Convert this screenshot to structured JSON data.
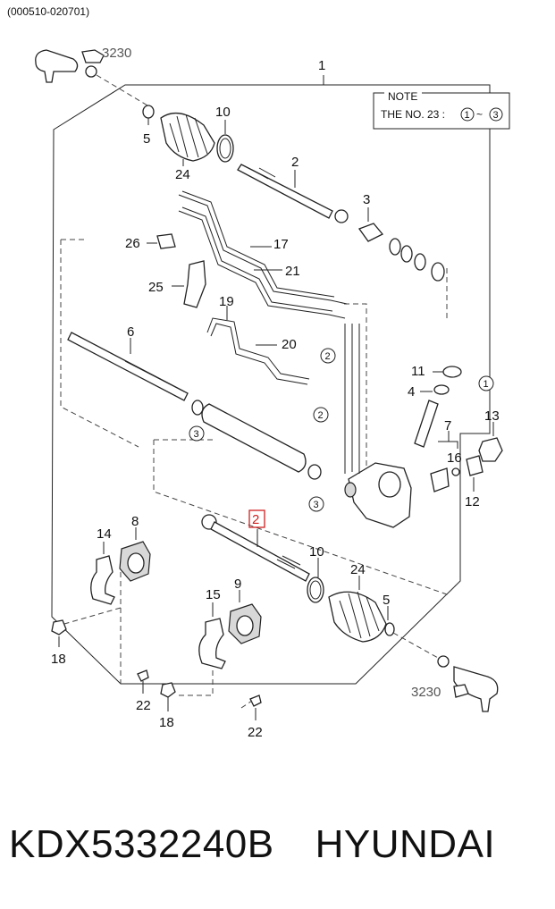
{
  "diagram": {
    "serial_range": "(000510-020701)",
    "reference_code": "3230",
    "note": {
      "title": "NOTE",
      "text_prefix": "THE NO. 23 :",
      "range_start": "1",
      "range_sep": "~",
      "range_end": "3"
    },
    "highlighted_callout": "2",
    "callouts": {
      "c1": "1",
      "c2_top": "2",
      "c3": "3",
      "c4": "4",
      "c5_top": "5",
      "c5_bottom": "5",
      "c6": "6",
      "c7": "7",
      "c8": "8",
      "c9": "9",
      "c10_top": "10",
      "c10_bottom": "10",
      "c11": "11",
      "c12": "12",
      "c13": "13",
      "c14": "14",
      "c15": "15",
      "c16": "16",
      "c17": "17",
      "c18_left": "18",
      "c18_bottom": "18",
      "c19": "19",
      "c20": "20",
      "c21": "21",
      "c22_left": "22",
      "c22_bottom": "22",
      "c24_top": "24",
      "c24_bottom": "24",
      "c25": "25",
      "c26": "26"
    },
    "circled_refs": {
      "r1": "1",
      "r2_a": "2",
      "r2_b": "2",
      "r3_a": "3",
      "r3_b": "3"
    }
  },
  "footer": {
    "part_number": "KDX5332240B",
    "brand": "HYUNDAI"
  }
}
